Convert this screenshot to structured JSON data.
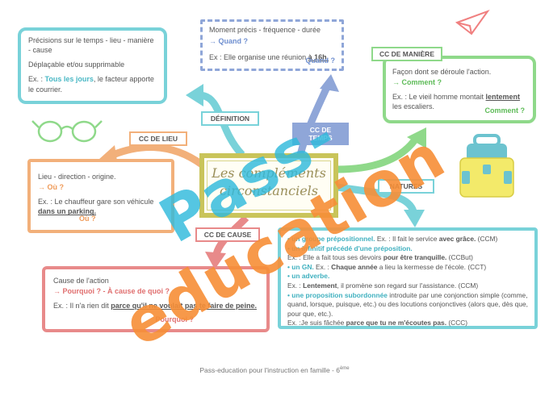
{
  "title": {
    "line1": "Les compléments",
    "line2": "circonstanciels"
  },
  "labels": {
    "definition": "DÉFINITION",
    "cc_temps": "CC DE TEMPS",
    "cc_maniere": "CC DE MANIÈRE",
    "cc_lieu": "CC DE LIEU",
    "cc_cause": "CC DE CAUSE",
    "natures": "NATURES"
  },
  "definition": {
    "p1": "Précisions sur le temps - lieu - manière - cause",
    "p2": "Déplaçable et/ou supprimable",
    "ex_prefix": "Ex. : ",
    "ex_accent": "Tous les jours",
    "ex_rest": ", le facteur apporte le courrier."
  },
  "temps": {
    "p1": "Moment précis - fréquence - durée",
    "q": "→ Quand ?",
    "ex_prefix": "Ex :  Elle organise une réunion ",
    "ex_und": "à 16h.",
    "q2": "Quand ?"
  },
  "maniere": {
    "p1": "Façon dont se déroule l'action.",
    "q": "→ Comment ?",
    "ex_prefix": "Ex. : Le vieil homme montait ",
    "ex_und": "lentement",
    "ex_rest": " les escaliers.",
    "q2": "Comment ?"
  },
  "lieu": {
    "p1": "Lieu - direction - origine.",
    "q": "→ Où ?",
    "ex_prefix": "Ex. : Le chauffeur gare son véhicule ",
    "ex_und": "dans un parking.",
    "q2": "Où ?"
  },
  "cause": {
    "p1": "Cause de l'action",
    "q": "→ Pourquoi ? - À cause de quoi ?",
    "ex_prefix": "Ex. : Il n'a rien dit ",
    "ex_und": "parce qu'il ne voulait pas te faire de peine.",
    "q2": "Pourquoi ?"
  },
  "natures": {
    "items": [
      {
        "bullet": "• un groupe prépositionnel.",
        "text": " Ex. : Il fait le service ",
        "bold": "avec grâce.",
        "tail": " (CCM)"
      },
      {
        "bullet": "• un infinitif précédé d'une préposition.",
        "text": "",
        "bold": "",
        "tail": ""
      },
      {
        "bullet": "",
        "text": "Ex. : Elle a fait tous ses devoirs ",
        "bold": "pour être tranquille.",
        "tail": " (CCBut)"
      },
      {
        "bullet": "• un GN.",
        "text": " Ex. : ",
        "bold": "Chaque année",
        "tail": " a lieu la kermesse de l'école. (CCT)"
      },
      {
        "bullet": "• un adverbe.",
        "text": "",
        "bold": "",
        "tail": ""
      },
      {
        "bullet": "",
        "text": "Ex. : ",
        "bold": "Lentement",
        "tail": ", il promène son regard sur l'assistance. (CCM)"
      },
      {
        "bullet": "• une proposition subordonnée",
        "text": " introduite par une conjonction simple (comme, quand, lorsque, puisque, etc.) ou des locutions conjonctives (alors que, dès que, pour que, etc.).",
        "bold": "",
        "tail": ""
      },
      {
        "bullet": "",
        "text": "Ex. :Je suis fâchée ",
        "bold": "parce que tu ne m'écoutes pas.",
        "tail": " (CCC)"
      }
    ]
  },
  "watermark": {
    "part1": "Pass-",
    "part2": "education"
  },
  "footer": {
    "text": "Pass-education pour l'instruction en famille - 6",
    "sup": "ème"
  },
  "colors": {
    "definition": "#79d2d9",
    "temps": "#8fa6d8",
    "maniere": "#8fd98a",
    "lieu": "#f2b07a",
    "cause": "#e88a8a",
    "title_frame": "#c9c45a"
  }
}
